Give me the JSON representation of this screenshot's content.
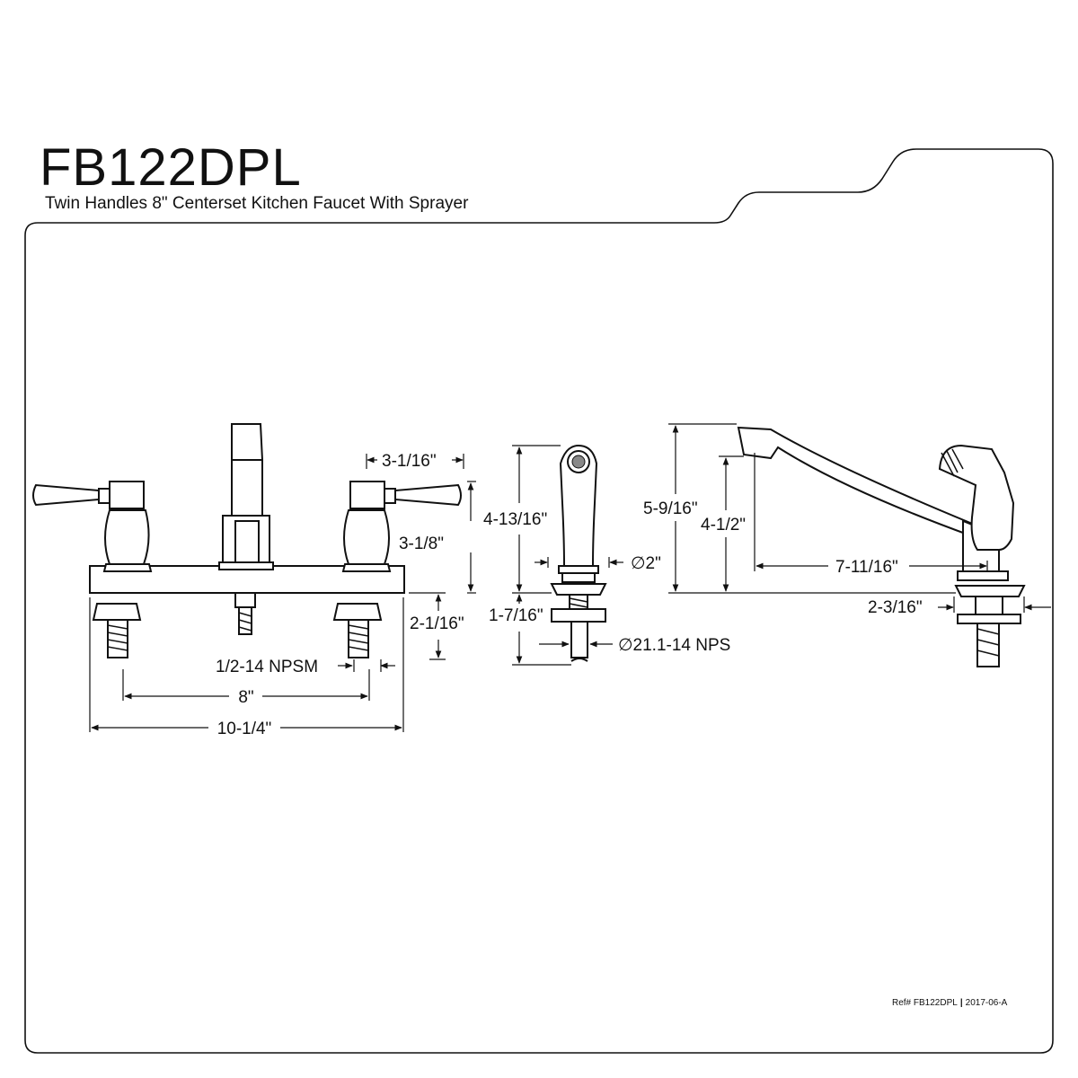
{
  "header": {
    "model": "FB122DPL",
    "description": "Twin Handles 8\" Centerset Kitchen Faucet With Sprayer"
  },
  "footer": {
    "ref": "Ref# FB122DPL",
    "separator": "|",
    "revision": "2017-06-A"
  },
  "front_view": {
    "dims": {
      "handle_width": "3-1/16\"",
      "body_height": "3-1/8\"",
      "shank_length": "2-1/16\"",
      "thread": "1/2-14 NPSM",
      "center_spacing": "8\"",
      "overall_width": "10-1/4\""
    }
  },
  "sprayer_view": {
    "dims": {
      "height": "4-13/16\"",
      "diameter": "∅2\"",
      "shank_length": "1-7/16\"",
      "thread": "∅21.1-14 NPS"
    }
  },
  "side_view": {
    "dims": {
      "overall_height": "5-9/16\"",
      "spout_height": "4-1/2\"",
      "spout_reach": "7-11/16\"",
      "shank_spacing": "2-3/16\""
    }
  },
  "colors": {
    "line": "#111111",
    "background": "#ffffff"
  }
}
